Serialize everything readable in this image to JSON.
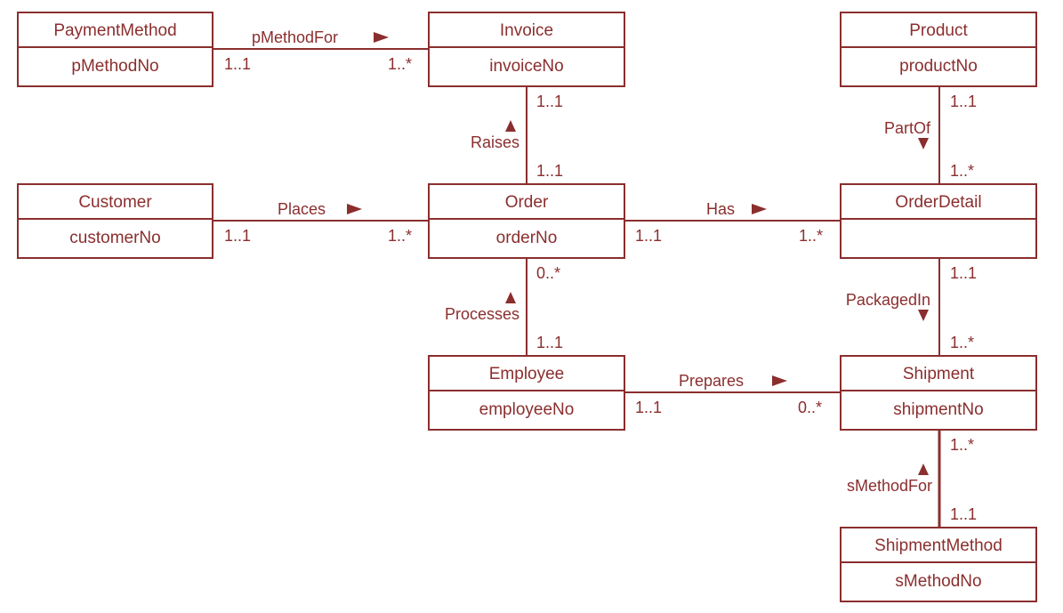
{
  "colors": {
    "primary": "#8b2e2e",
    "background": "#ffffff"
  },
  "entities": {
    "payment_method": {
      "name": "PaymentMethod",
      "key": "pMethodNo"
    },
    "invoice": {
      "name": "Invoice",
      "key": "invoiceNo"
    },
    "product": {
      "name": "Product",
      "key": "productNo"
    },
    "customer": {
      "name": "Customer",
      "key": "customerNo"
    },
    "order": {
      "name": "Order",
      "key": "orderNo"
    },
    "order_detail": {
      "name": "OrderDetail",
      "key": ""
    },
    "employee": {
      "name": "Employee",
      "key": "employeeNo"
    },
    "shipment": {
      "name": "Shipment",
      "key": "shipmentNo"
    },
    "shipment_method": {
      "name": "ShipmentMethod",
      "key": "sMethodNo"
    }
  },
  "relationships": {
    "pmethodfor": {
      "label": "pMethodFor",
      "direction": "right",
      "mult_from": "1..1",
      "mult_to": "1..*"
    },
    "raises": {
      "label": "Raises",
      "direction": "up",
      "mult_top": "1..1",
      "mult_bottom": "1..1"
    },
    "partof": {
      "label": "PartOf",
      "direction": "down",
      "mult_top": "1..1",
      "mult_bottom": "1..*"
    },
    "places": {
      "label": "Places",
      "direction": "right",
      "mult_from": "1..1",
      "mult_to": "1..*"
    },
    "has": {
      "label": "Has",
      "direction": "right",
      "mult_from": "1..1",
      "mult_to": "1..*"
    },
    "processes": {
      "label": "Processes",
      "direction": "up",
      "mult_top": "0..*",
      "mult_bottom": "1..1"
    },
    "packagedin": {
      "label": "PackagedIn",
      "direction": "down",
      "mult_top": "1..1",
      "mult_bottom": "1..*"
    },
    "prepares": {
      "label": "Prepares",
      "direction": "right",
      "mult_from": "1..1",
      "mult_to": "0..*"
    },
    "smethodfor": {
      "label": "sMethodFor",
      "direction": "up",
      "mult_top": "1..*",
      "mult_bottom": "1..1"
    }
  }
}
